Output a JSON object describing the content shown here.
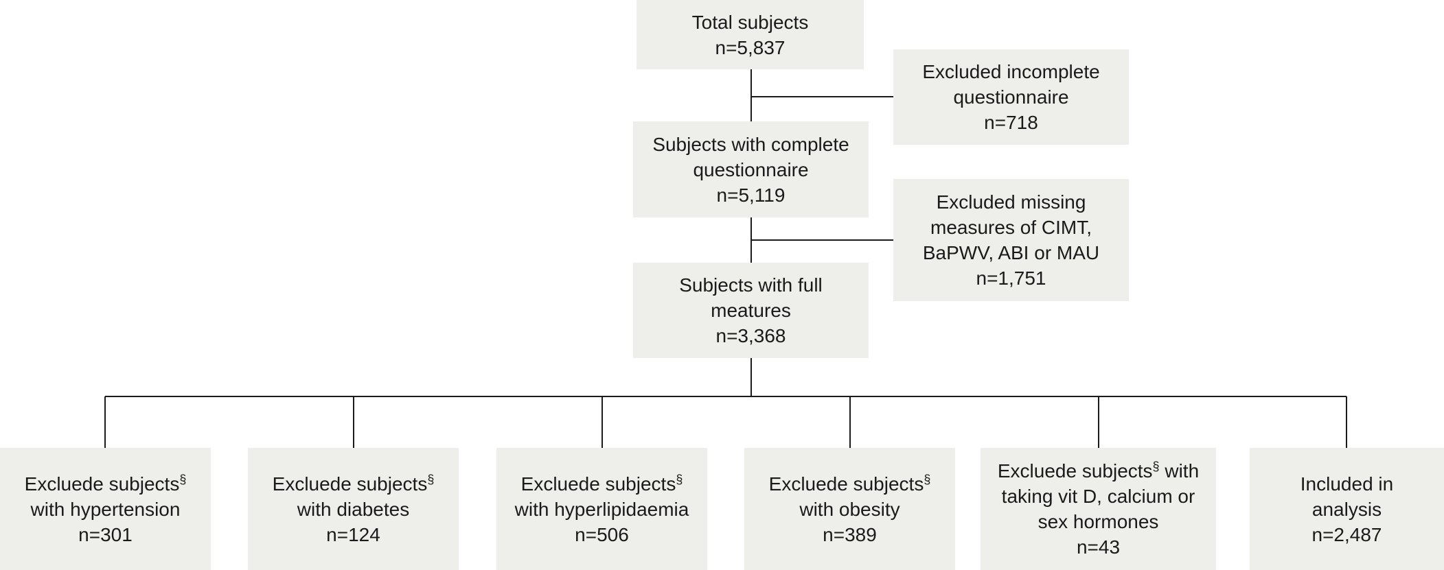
{
  "colors": {
    "box_fill": "#eeeeea",
    "line": "#1a1a1a",
    "text": "#1a1a1a"
  },
  "nodes": {
    "total": {
      "label": "Total subjects",
      "count": "n=5,837"
    },
    "excluded_incomplete": {
      "label_1": "Excluded incomplete",
      "label_2": "questionnaire",
      "count": "n=718"
    },
    "complete": {
      "label_1": "Subjects with complete",
      "label_2": "questionnaire",
      "count": "n=5,119"
    },
    "excluded_missing": {
      "label_1": "Excluded missing",
      "label_2": "measures of CIMT,",
      "label_3": "BaPWV, ABI or MAU",
      "count": "n=1,751"
    },
    "full": {
      "label_1": "Subjects with full",
      "label_2": "meatures",
      "count": "n=3,368"
    },
    "hypertension": {
      "label_1": "Excluede subjects",
      "mark": "§",
      "label_2": "with hypertension",
      "count": "n=301"
    },
    "diabetes": {
      "label_1": "Excluede subjects",
      "mark": "§",
      "label_2": "with diabetes",
      "count": "n=124"
    },
    "hyperlipidaemia": {
      "label_1": "Excluede subjects",
      "mark": "§",
      "label_2": "with hyperlipidaemia",
      "count": "n=506"
    },
    "obesity": {
      "label_1": "Excluede subjects",
      "mark": "§",
      "label_2": "with obesity",
      "count": "n=389"
    },
    "medication": {
      "label_1": "Excluede subjects",
      "mark": "§",
      "label_1b": " with",
      "label_2": "taking vit D, calcium or",
      "label_3": "sex hormones",
      "count": "n=43"
    },
    "included": {
      "label_1": "Included in",
      "label_2": "analysis",
      "count": "n=2,487"
    }
  }
}
